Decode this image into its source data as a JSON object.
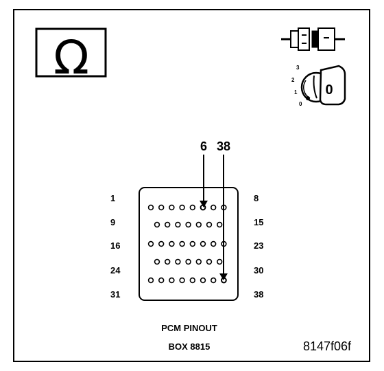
{
  "ohms_symbol": "Ω",
  "callouts": {
    "pin_a": "6",
    "pin_b": "38"
  },
  "row_labels_left": [
    "1",
    "9",
    "16",
    "24",
    "31"
  ],
  "row_labels_right": [
    "8",
    "15",
    "23",
    "30",
    "38"
  ],
  "connector": {
    "rows": [
      {
        "first_pin": 1,
        "last_pin": 8
      },
      {
        "first_pin": 9,
        "last_pin": 15
      },
      {
        "first_pin": 16,
        "last_pin": 23
      },
      {
        "first_pin": 24,
        "last_pin": 30
      },
      {
        "first_pin": 31,
        "last_pin": 38
      }
    ],
    "highlighted_pins": [
      6,
      38
    ]
  },
  "ignition_positions": [
    "3",
    "2",
    "1",
    "0"
  ],
  "key_label": "0",
  "caption_line1": "PCM PINOUT",
  "caption_line2": "BOX 8815",
  "figure_id": "8147f06f",
  "icons": [
    "ohms-icon",
    "connector-icon",
    "ignition-key-icon"
  ]
}
